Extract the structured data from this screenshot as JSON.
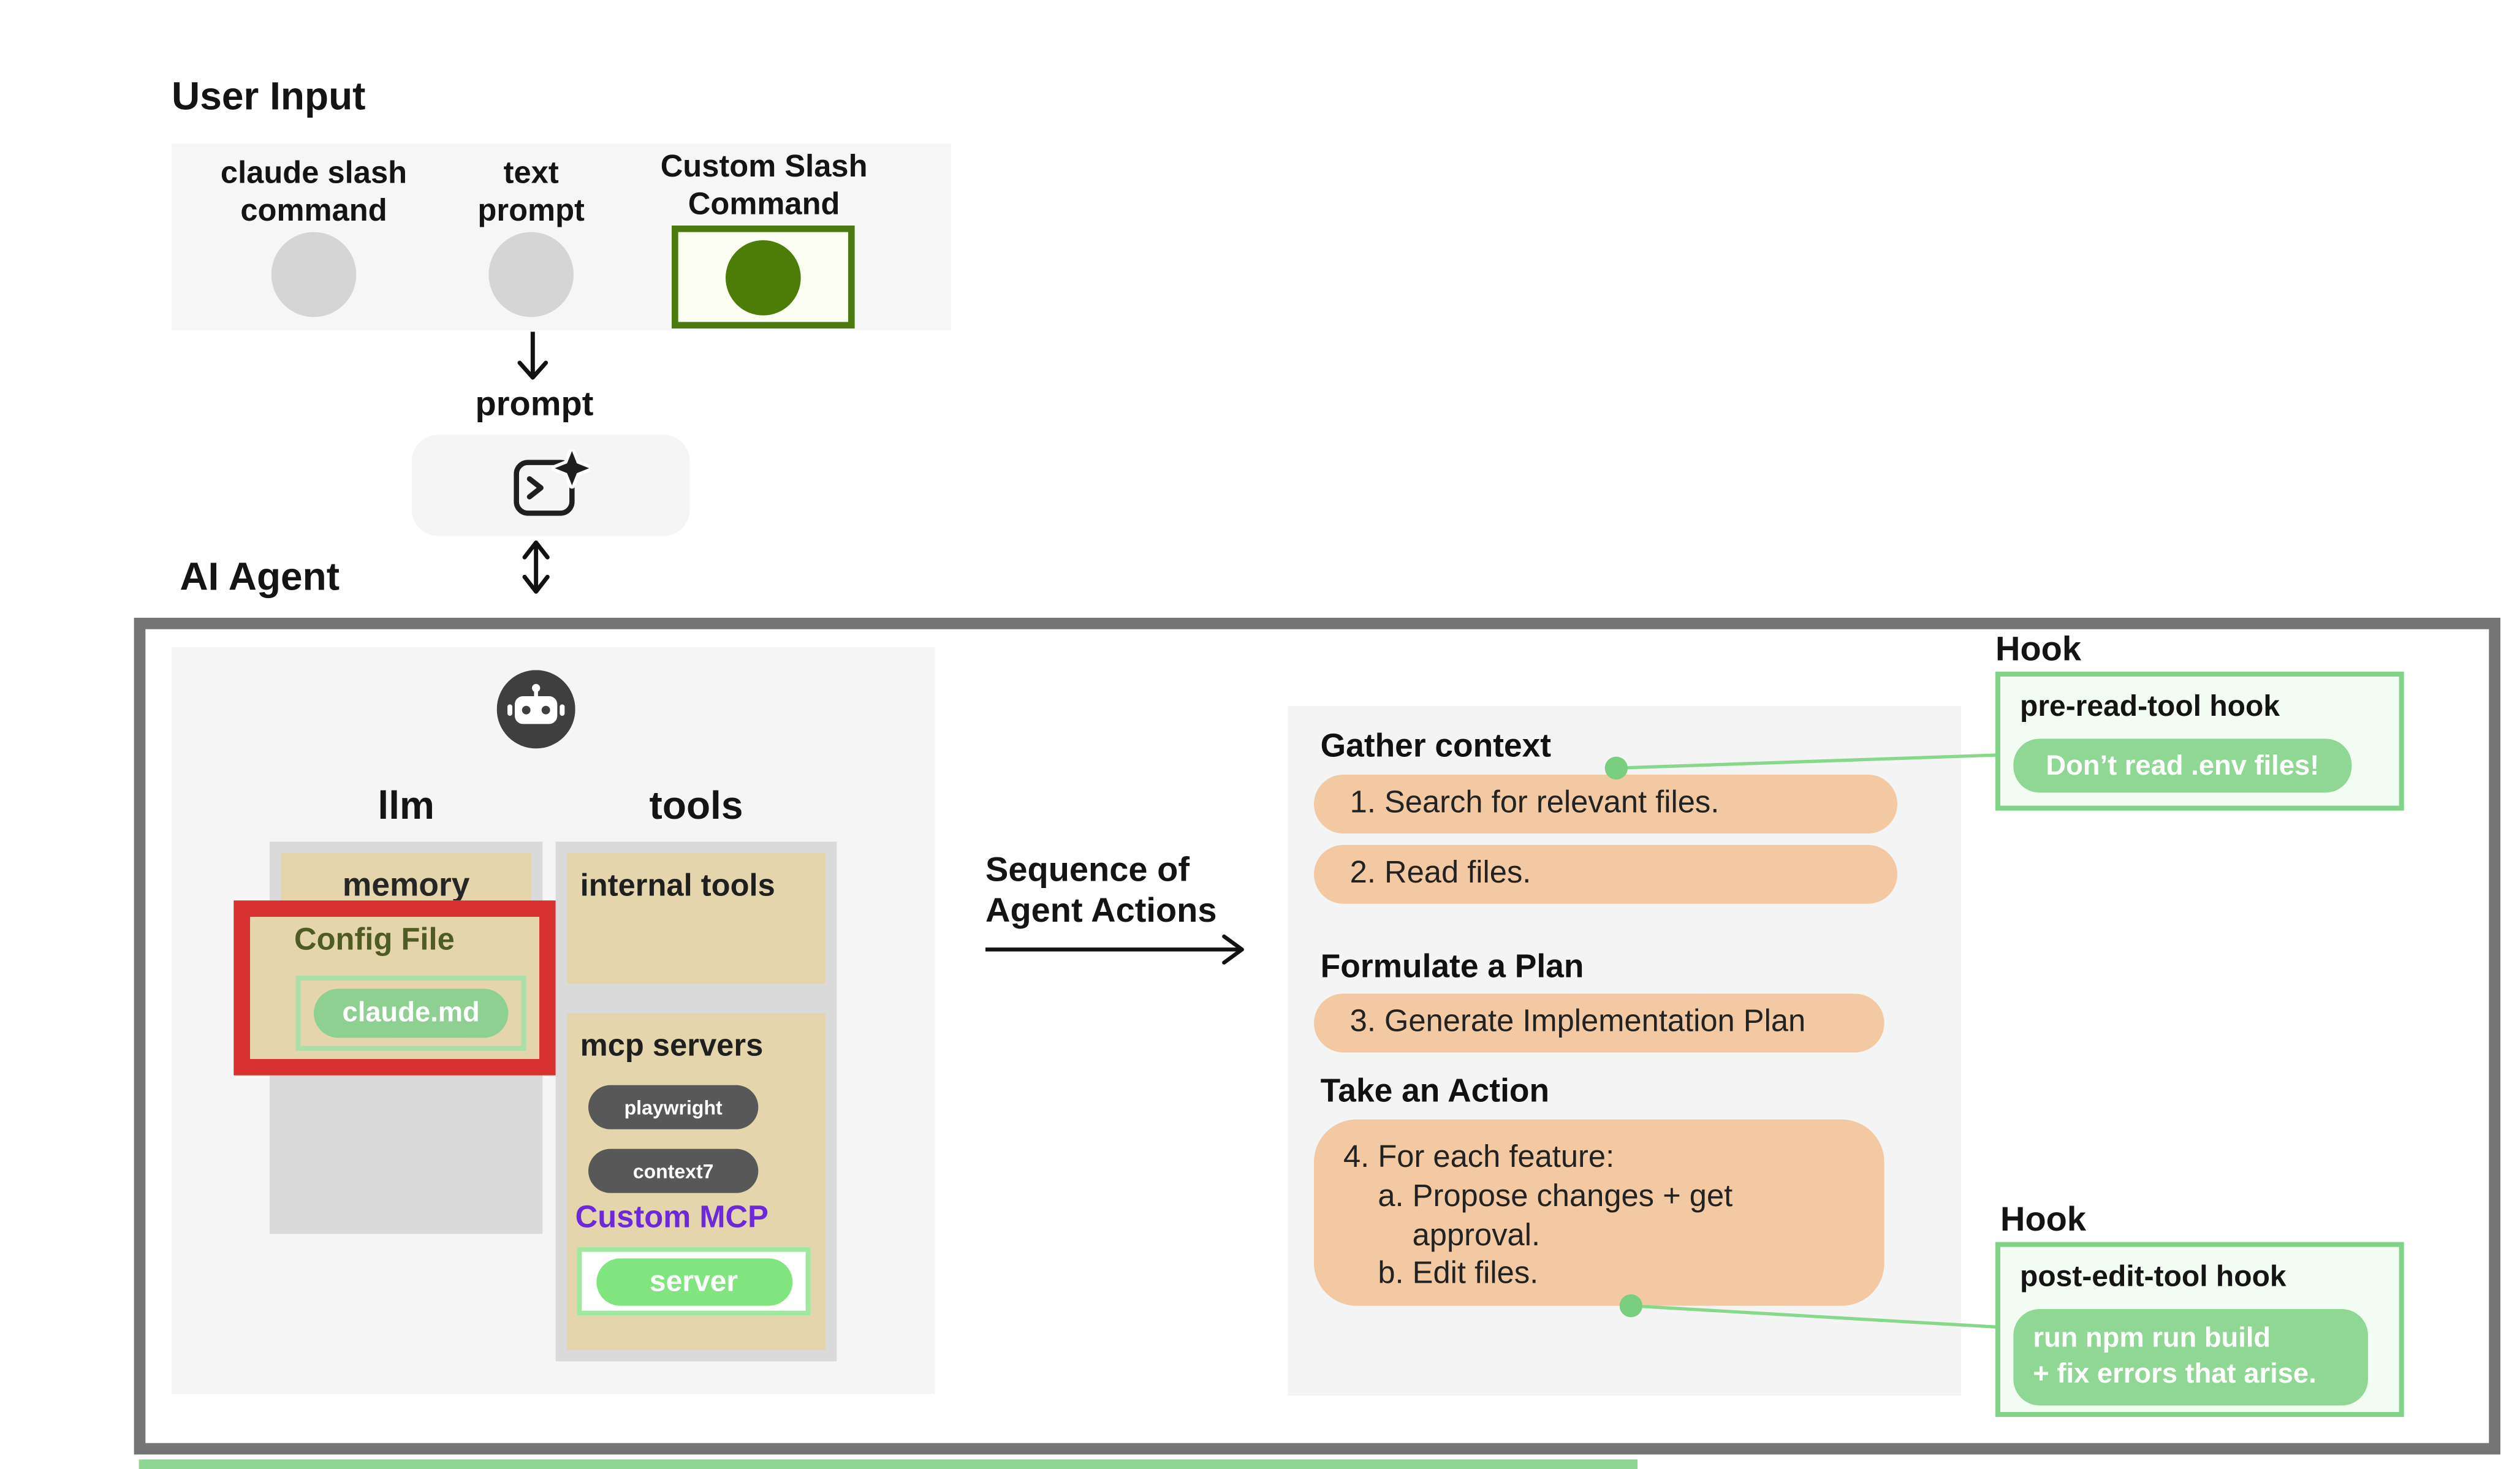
{
  "user_input": {
    "title": "User Input",
    "options": [
      {
        "label": "claude slash\ncommand",
        "selected": false
      },
      {
        "label": "text\nprompt",
        "selected": false
      },
      {
        "label": "Custom Slash\nCommand",
        "selected": true
      }
    ],
    "prompt_label": "prompt"
  },
  "ai_agent": {
    "title": "AI Agent",
    "llm": {
      "heading": "llm",
      "memory_label": "memory",
      "config_file_label": "Config File",
      "config_file_value": "claude.md"
    },
    "tools": {
      "heading": "tools",
      "internal_tools_label": "internal tools",
      "mcp_servers_label": "mcp servers",
      "mcp_servers": [
        "playwright",
        "context7"
      ],
      "custom_mcp_label": "Custom MCP",
      "custom_mcp_value": "server"
    },
    "sequence_label": "Sequence of\nAgent Actions",
    "actions": {
      "gather_context": {
        "heading": "Gather context",
        "steps": [
          "1. Search for relevant files.",
          "2. Read files."
        ]
      },
      "formulate_plan": {
        "heading": "Formulate a Plan",
        "steps": [
          "3. Generate Implementation Plan"
        ]
      },
      "take_action": {
        "heading": "Take an Action",
        "step": "4. For each feature:\n    a. Propose changes + get\n        approval.\n    b. Edit files."
      }
    },
    "hooks": [
      {
        "title": "Hook",
        "name": "pre-read-tool hook",
        "content": "Don’t read .env files!"
      },
      {
        "title": "Hook",
        "name": "post-edit-tool hook",
        "content": "run npm run build\n+ fix errors that arise."
      }
    ]
  },
  "icons": {
    "prompt_icon": "terminal-sparkle-icon",
    "agent_icon": "robot-icon"
  },
  "colors": {
    "highlight_red": "#d83030",
    "hook_green_border": "#7fd488",
    "hook_pill_green": "#90d795",
    "selected_green": "#4e7c08",
    "custom_mcp_purple": "#6d28d9",
    "action_pill_orange": "#f2c9a2",
    "panel_tan": "#e5d5ac",
    "agent_border_gray": "#757575"
  }
}
